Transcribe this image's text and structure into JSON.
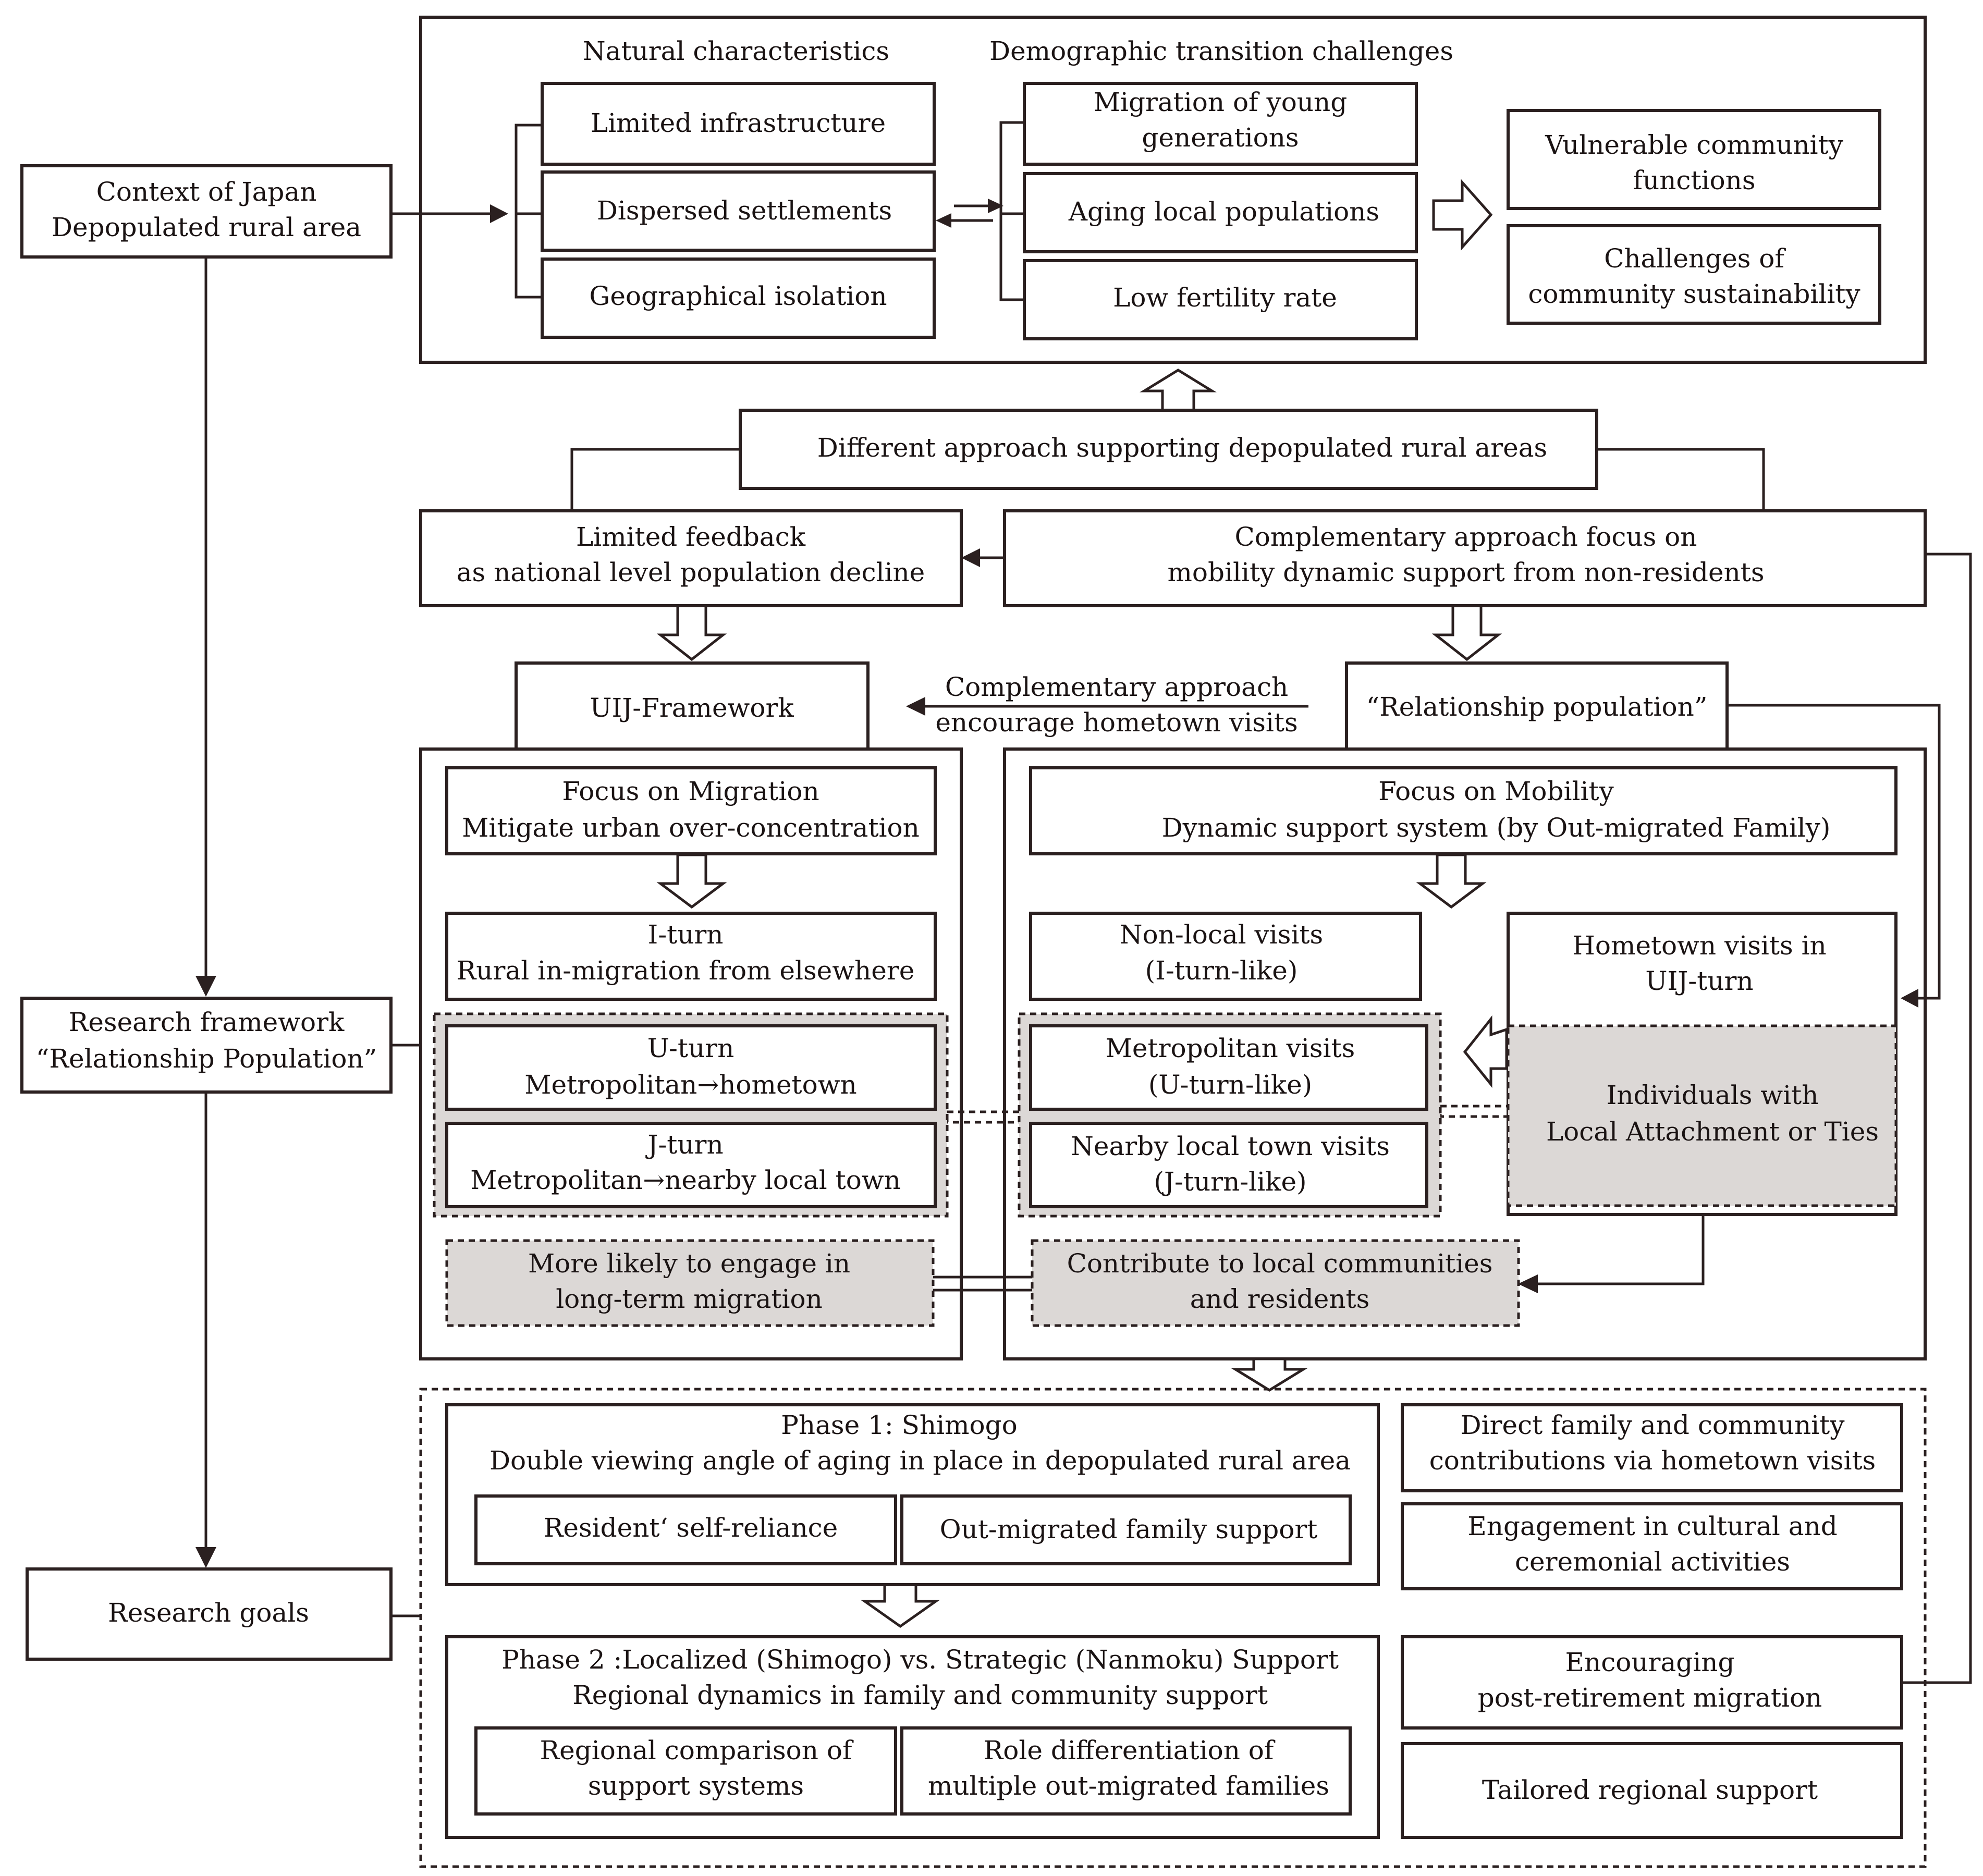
{
  "diagram": {
    "context": {
      "line1": "Context of Japan",
      "line2": "Depopulated rural area"
    },
    "natural": {
      "header": "Natural characteristics",
      "items": [
        "Limited infrastructure",
        "Dispersed settlements",
        "Geographical isolation"
      ]
    },
    "demographic": {
      "header": "Demographic transition challenges",
      "migration": {
        "line1": "Migration of young",
        "line2": "generations"
      },
      "aging": "Aging local populations",
      "fertility": "Low fertility rate"
    },
    "outcomes": {
      "vulnerable": {
        "line1": "Vulnerable community",
        "line2": "functions"
      },
      "sustainability": {
        "line1": "Challenges of",
        "line2": "community sustainability"
      }
    },
    "different_approach": "Different approach supporting depopulated rural areas",
    "limited_feedback": {
      "line1": "Limited feedback",
      "line2": "as national level population decline"
    },
    "complementary_focus": {
      "line1": "Complementary approach focus on",
      "line2": "mobility dynamic support from non-residents"
    },
    "uij_framework": "UIJ-Framework",
    "complementary_visits": {
      "line1": "Complementary approach",
      "line2": "encourage hometown visits"
    },
    "relationship_population": "“Relationship population”",
    "migration_focus": {
      "line1": "Focus on Migration",
      "line2": "Mitigate urban over-concentration"
    },
    "i_turn": {
      "line1": "I-turn",
      "line2": "Rural in-migration from elsewhere"
    },
    "u_turn": {
      "line1": "U-turn",
      "line2": "Metropolitan→hometown"
    },
    "j_turn": {
      "line1": "J-turn",
      "line2": "Metropolitan→nearby local town"
    },
    "long_term": {
      "line1": "More likely to engage in",
      "line2": "long-term migration"
    },
    "mobility_focus": {
      "line1": "Focus on Mobility",
      "line2": "Dynamic support system (by Out-migrated Family)"
    },
    "non_local": {
      "line1": "Non-local visits",
      "line2": "(I-turn-like)"
    },
    "metropolitan_visits": {
      "line1": "Metropolitan visits",
      "line2": "(U-turn-like)"
    },
    "nearby_visits": {
      "line1": "Nearby local town visits",
      "line2": "(J-turn-like)"
    },
    "hometown_visits": {
      "line1": "Hometown visits in",
      "line2": "UIJ-turn"
    },
    "individuals": {
      "line1": "Individuals with",
      "line2": "Local Attachment or Ties"
    },
    "contribute": {
      "line1": "Contribute to local communities",
      "line2": "and residents"
    },
    "research_framework": {
      "line1": "Research framework",
      "line2": "“Relationship Population”"
    },
    "research_goals": "Research goals",
    "phase1": {
      "title": "Phase 1: Shimogo",
      "subtitle": "Double viewing angle of aging in place in depopulated rural area",
      "left": "Resident‘ self-reliance",
      "right": "Out-migrated family support"
    },
    "phase2": {
      "title": "Phase 2 :Localized (Shimogo) vs. Strategic (Nanmoku) Support",
      "subtitle": "Regional dynamics in family and community support",
      "left": {
        "line1": "Regional comparison of",
        "line2": "support systems"
      },
      "right": {
        "line1": "Role differentiation of",
        "line2": "multiple out-migrated families"
      }
    },
    "goals": {
      "direct": {
        "line1": "Direct family and community",
        "line2": "contributions via hometown visits"
      },
      "engagement": {
        "line1": "Engagement in cultural and",
        "line2": "ceremonial activities"
      },
      "encouraging": {
        "line1": "Encouraging",
        "line2": "post-retirement migration"
      },
      "tailored": "Tailored regional support"
    }
  }
}
